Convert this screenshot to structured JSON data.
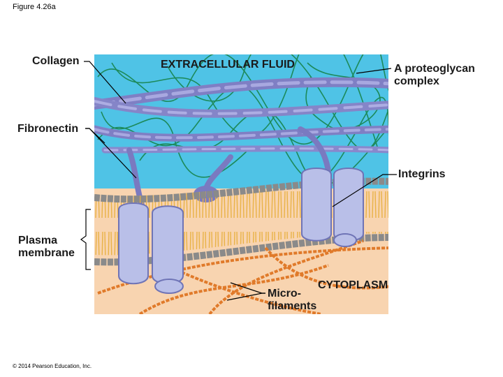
{
  "figure_caption": "Figure 4.26a",
  "copyright": "© 2014 Pearson Education, Inc.",
  "regions": {
    "extracellular": "EXTRACELLULAR FLUID",
    "cytoplasm": "CYTOPLASM"
  },
  "labels": {
    "collagen": "Collagen",
    "fibronectin": "Fibronectin",
    "plasma_membrane_line1": "Plasma",
    "plasma_membrane_line2": "membrane",
    "proteoglycan_line1": "A proteoglycan",
    "proteoglycan_line2": "complex",
    "integrins": "Integrins",
    "microfilaments_line1": "Micro-",
    "microfilaments_line2": "filaments"
  },
  "colors": {
    "extracellular_fluid": "#4fc3e6",
    "cytoplasm": "#f8d4b0",
    "collagen": "#8f8fd0",
    "proteoglycan": "#1d8a5a",
    "lipid_head": "#8a8a8a",
    "lipid_tail": "#e8b040",
    "integrin": "#b9bfe8",
    "microfilament": "#e07a2a"
  }
}
